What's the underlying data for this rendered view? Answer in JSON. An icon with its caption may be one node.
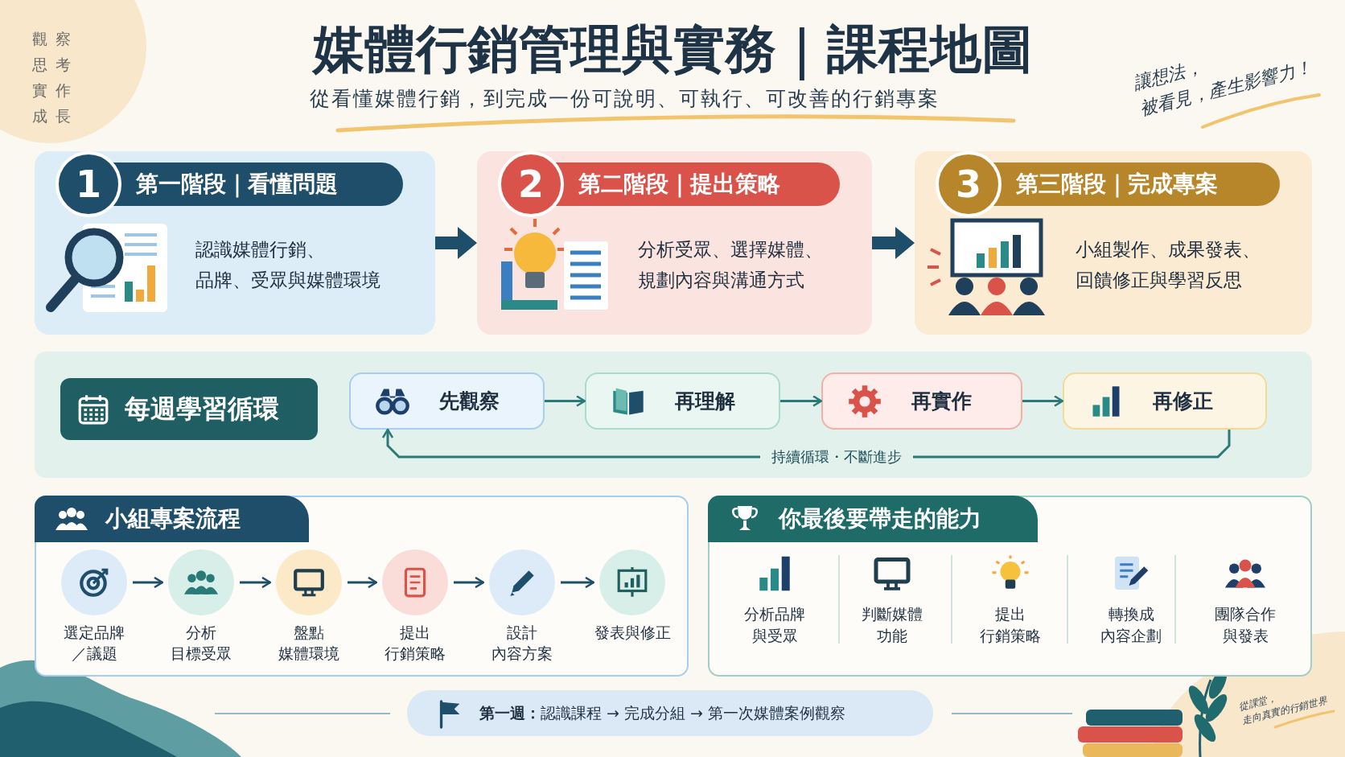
{
  "diagram": {
    "title": "媒體行銷管理與實務｜課程地圖",
    "nodes": [
      {
        "text": [
          "1",
          "第一階段｜看懂問題",
          "認識媒體行銷、品牌、受眾與媒體環境"
        ]
      },
      {
        "text": [
          "2",
          "第二階段｜提出策略",
          "分析受眾、選擇媒體、規劃內容與溝通方式"
        ]
      },
      {
        "text": [
          "3",
          "第三階段｜完成專案",
          "小組製作、成果發表、回饋修正與學習反思"
        ]
      },
      {
        "text": [
          "每週學習循環"
        ]
      },
      {
        "text": [
          "先觀察"
        ]
      },
      {
        "text": [
          "再理解"
        ]
      },
      {
        "text": [
          "再實作"
        ]
      },
      {
        "text": [
          "再修正"
        ]
      },
      {
        "text": [
          "小組專案流程"
        ]
      },
      {
        "text": [
          "選定品牌／議題"
        ],
        "in": 8
      },
      {
        "text": [
          "分析目標受眾"
        ],
        "in": 8
      },
      {
        "text": [
          "盤點媒體環境"
        ],
        "in": 8
      },
      {
        "text": [
          "提出行銷策略"
        ],
        "in": 8
      },
      {
        "text": [
          "設計內容方案"
        ],
        "in": 8
      },
      {
        "text": [
          "發表與修正"
        ],
        "in": 8
      },
      {
        "text": [
          "你最後要帶走的能力"
        ]
      },
      {
        "text": [
          "分析品牌與受眾"
        ],
        "in": 15
      },
      {
        "text": [
          "判斷媒體功能"
        ],
        "in": 15
      },
      {
        "text": [
          "提出行銷策略"
        ],
        "in": 15
      },
      {
        "text": [
          "轉換成內容企劃"
        ],
        "in": 15
      },
      {
        "text": [
          "團隊合作與發表"
        ],
        "in": 15
      },
      {
        "text": [
          "**第一週：**認識課程 → 完成分組 → 第一次媒體案例觀察"
        ]
      }
    ],
    "edges": [
      {
        "from": 0,
        "to": 1,
        "arrow": "to",
        "style": "thick"
      },
      {
        "from": 1,
        "to": 2,
        "arrow": "to",
        "style": "thick"
      },
      {
        "from": 4,
        "to": 5,
        "arrow": "to",
        "color": "#2a7a78"
      },
      {
        "from": 5,
        "to": 6,
        "arrow": "to",
        "color": "#2a7a78"
      },
      {
        "from": 6,
        "to": 7,
        "arrow": "to",
        "color": "#2a7a78"
      },
      {
        "from": 7,
        "to": 4,
        "arrow": "to",
        "label": "持續循環・不斷進步",
        "color": "#2a7a78"
      },
      {
        "from": 9,
        "to": 10,
        "arrow": "to"
      },
      {
        "from": 10,
        "to": 11,
        "arrow": "to"
      },
      {
        "from": 11,
        "to": 12,
        "arrow": "to"
      },
      {
        "from": 12,
        "to": 13,
        "arrow": "to"
      },
      {
        "from": 13,
        "to": 14,
        "arrow": "to"
      }
    ],
    "labels": [
      "觀察",
      "思考",
      "實作",
      "成長",
      "從看懂媒體行銷，到完成一份可說明、可執行、可改善的行銷專案",
      "讓想法，被看見，產生影響力！",
      "從課堂，走向真實的行銷世界"
    ]
  }
}
